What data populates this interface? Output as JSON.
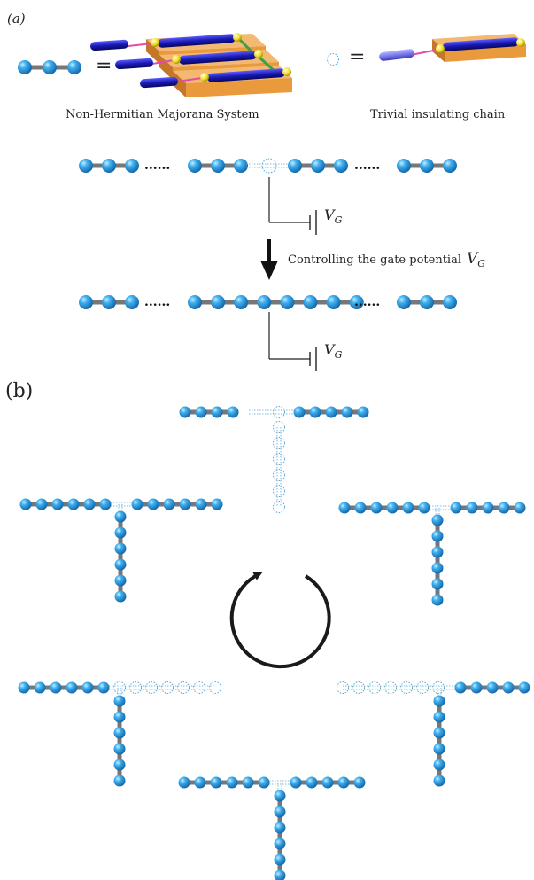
{
  "panel_a": {
    "label": "(a)",
    "equals": "=",
    "majorana_caption": "Non-Hermitian Majorana System",
    "trivial_caption": "Trivial insulating chain",
    "arrow_text": "Controlling the gate potential",
    "gate_symbol": "V",
    "gate_subscript": "G",
    "gap_dots": "......"
  },
  "panel_b": {
    "label": "(b)"
  },
  "colors": {
    "site": "#2a9fe0",
    "site_dark": "#1566a8",
    "bond": "#777777",
    "trivial_outline": "#5aa9d8",
    "wire": "#1a1ab4",
    "slab": "#e89a3c",
    "cap": "#f2e02a",
    "link": "#e24ca8",
    "arrow": "#111111"
  },
  "icons": {
    "site": "majorana-site-icon",
    "trivial": "trivial-site-icon",
    "nanowire": "nanowire-icon",
    "cycle": "cycle-arrow-icon"
  }
}
